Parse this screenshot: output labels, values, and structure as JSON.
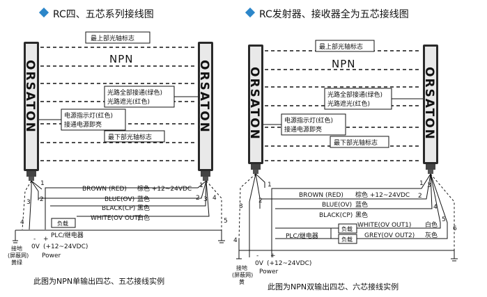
{
  "colors": {
    "accent": "#2c86c9",
    "bar": "#2a2a2a",
    "ink": "#111111"
  },
  "left": {
    "title": "RC四、五芯系列接线图",
    "top_axis": "最上部光轴标志",
    "npn": "NPN",
    "brand": "ORSATON",
    "status1": "光路全部接通(绿色)",
    "status2": "光路遮光(红色)",
    "power1": "电源指示灯(红色)",
    "power2": "接通电源即亮",
    "bottom_axis": "最下部光轴标志",
    "wire_brown": "BROWN (RED)",
    "brown_cn": "棕色 +12~24VDC",
    "wire_blue": "BLUE(OV)",
    "blue_cn": "蓝色",
    "wire_black": "BLACK(CP)",
    "black_cn": "黑色",
    "wire_white": "WHITE(OV OUT)",
    "white_cn": "白色",
    "load": "负载",
    "plc": "PLC/继电器",
    "minus": "-",
    "plus": "+",
    "ov": "0V",
    "vdc": "(+12~24VDC)",
    "power": "Power",
    "ground1": "接地",
    "ground2": "(屏蔽网)",
    "ground3": "黄绿",
    "nums": [
      "1",
      "2",
      "3",
      "4",
      "1",
      "2",
      "3",
      "4",
      "5"
    ],
    "caption": "此图为NPN单输出四芯、五芯接线实例"
  },
  "right": {
    "title": "RC发射器、接收器全为五芯接线图",
    "top_axis": "最上部光轴标志",
    "npn": "NPN",
    "brand": "ORSATON",
    "status1": "光路全部接通(绿色)",
    "status2": "光路遮光(红色)",
    "power1": "电源指示灯(红色)",
    "power2": "接通电源即亮",
    "bottom_axis": "最下部光轴标志",
    "wire_brown": "BROWN (RED)",
    "brown_cn": "棕色 +12~24VDC",
    "wire_blue": "BLUE(OV)",
    "blue_cn": "蓝色",
    "wire_black": "BLACK(CP)",
    "black_cn": "黑色",
    "wire_white": "WHITE(OV OUT1)",
    "white_cn": "白色",
    "wire_grey": "GREY(OV OUT2)",
    "grey_cn": "灰色",
    "load1": "负载",
    "load2": "负载",
    "plc": "PLC/继电器",
    "minus": "-",
    "plus": "+",
    "ov": "0V",
    "vdc": "(+12~24VDC)",
    "power": "Power",
    "ground1": "接地",
    "ground2": "(屏蔽网)",
    "ground3": "黄",
    "nums": [
      "1",
      "2",
      "3",
      "4",
      "1",
      "2",
      "3",
      "4",
      "5",
      "6"
    ],
    "caption": "此图为NPN双输出四芯、六芯接线实例"
  }
}
